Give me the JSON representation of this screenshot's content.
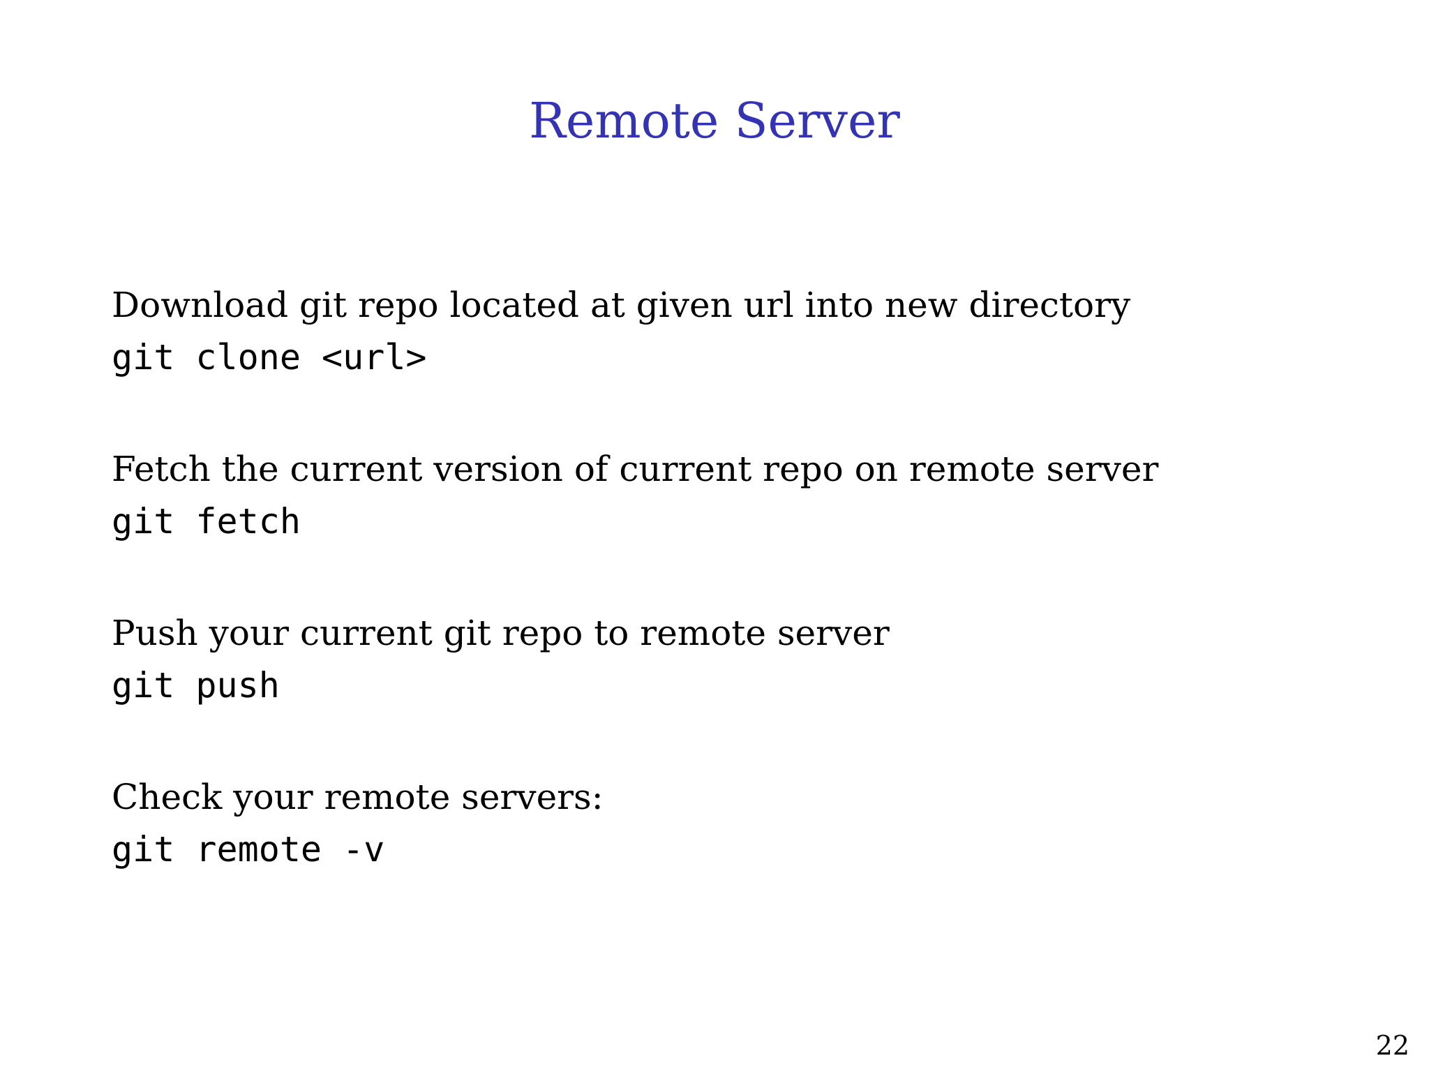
{
  "slide": {
    "title": "Remote Server",
    "title_color": "#3333b3",
    "text_color": "#000000",
    "background_color": "#ffffff",
    "page_number": "22",
    "groups": [
      {
        "description": "Download git repo located at given url into new directory",
        "command": "git clone <url>"
      },
      {
        "description": "Fetch the current version of current repo on remote server",
        "command": "git fetch"
      },
      {
        "description": "Push your current git repo to remote server",
        "command": "git push"
      },
      {
        "description": "Check your remote servers:",
        "command": "git remote -v"
      }
    ]
  }
}
